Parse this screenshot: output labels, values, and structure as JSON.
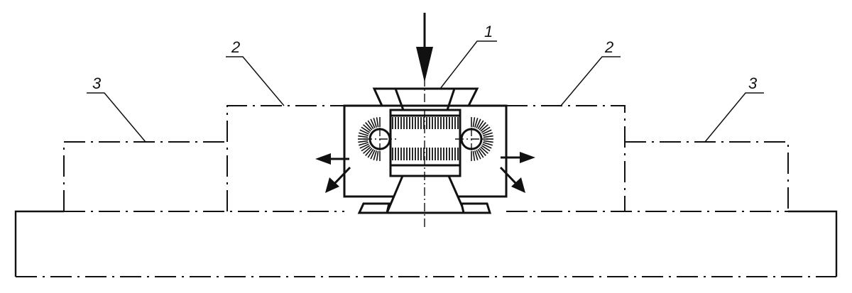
{
  "labels": {
    "part_1": "1",
    "part_2_left": "2",
    "part_2_right": "2",
    "part_3_left": "3",
    "part_3_right": "3"
  },
  "colors": {
    "line": "#111111",
    "background": "#ffffff"
  }
}
